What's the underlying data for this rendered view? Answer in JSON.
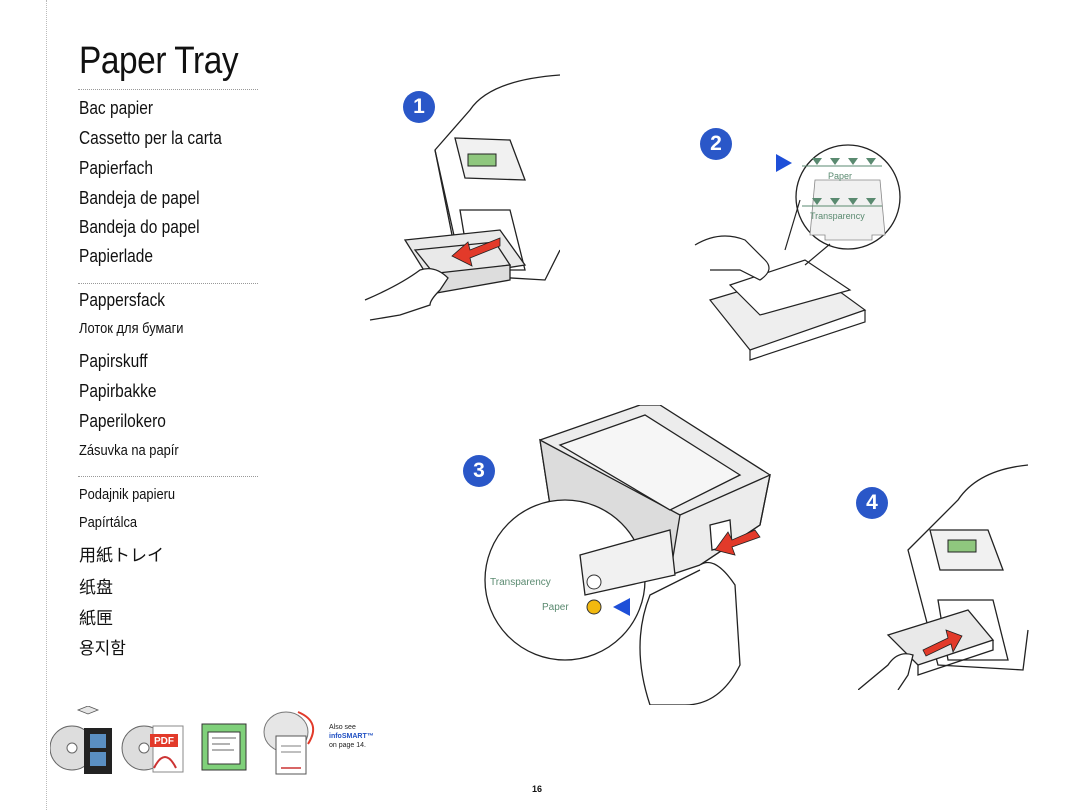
{
  "title": "Paper Tray",
  "translations": [
    "Bac papier",
    "Cassetto per la carta",
    "Papierfach",
    "Bandeja de papel",
    "Bandeja do papel",
    "Papierlade",
    "Pappersfack",
    "Лоток для бумаги",
    "Papirskuff",
    "Papirbakke",
    "Paperilokero",
    "Zásuvka na papír",
    "Podajnik papieru",
    "Papírtálca",
    "用紙トレイ",
    "纸盘",
    "紙匣",
    "용지함"
  ],
  "steps": [
    "1",
    "2",
    "3",
    "4"
  ],
  "step2_labels": {
    "paper": "Paper",
    "transparency": "Transparency"
  },
  "step3_labels": {
    "transparency": "Transparency",
    "paper": "Paper"
  },
  "icons": [
    "cd-video-icon",
    "cd-pdf-icon",
    "web-page-icon",
    "printer-document-icon"
  ],
  "pdf_label": "PDF",
  "also_see": {
    "line1": "Also see",
    "brand": "infoSMART™",
    "line3": "on page 14."
  },
  "page_number": "16",
  "colors": {
    "step_badge": "#2a57c8",
    "arrow_red": "#e23a2a",
    "label_green": "#5a8a70",
    "pointer_blue": "#1e4fd8",
    "paper_dot": "#f2b90f"
  }
}
